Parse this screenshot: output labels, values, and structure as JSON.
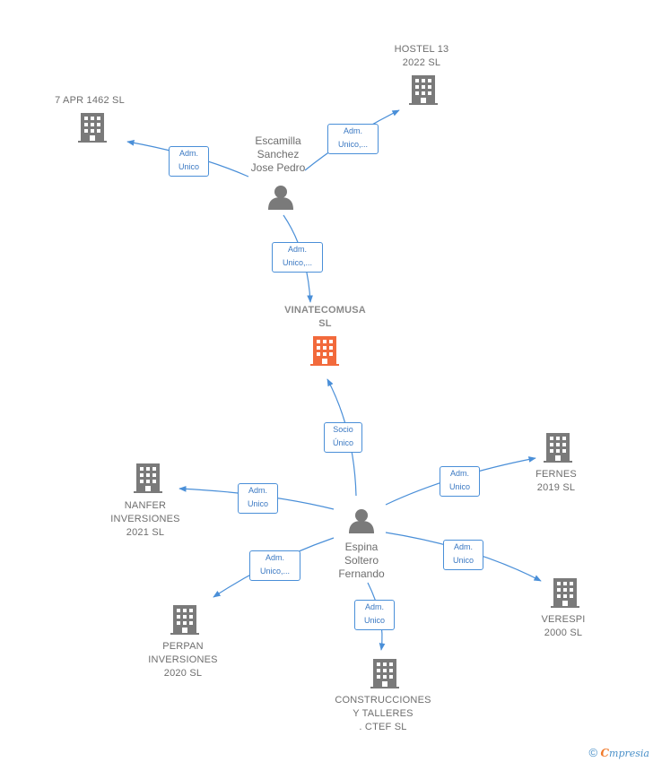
{
  "nodes": {
    "apr1462": {
      "label": "7 APR 1462  SL"
    },
    "hostel13": {
      "label": "HOSTEL 13\n2022  SL"
    },
    "escamilla": {
      "label": "Escamilla\nSanchez\nJose Pedro"
    },
    "vinatecomusa": {
      "label": "VINATECOMUSA\nSL"
    },
    "nanfer": {
      "label": "NANFER\nINVERSIONES\n2021  SL"
    },
    "fernes": {
      "label": "FERNES\n2019  SL"
    },
    "espina": {
      "label": "Espina\nSoltero\nFernando"
    },
    "perpan": {
      "label": "PERPAN\nINVERSIONES\n2020  SL"
    },
    "verespi": {
      "label": "VERESPI\n2000  SL"
    },
    "construcciones": {
      "label": "CONSTRUCCIONES\nY TALLERES\n.  CTEF SL"
    }
  },
  "edges": {
    "esc_apr": {
      "label": "Adm.\nUnico"
    },
    "esc_hostel": {
      "label": "Adm.\nUnico,..."
    },
    "esc_vina": {
      "label": "Adm.\nUnico,..."
    },
    "esp_vina": {
      "label": "Socio\nÚnico"
    },
    "esp_nanfer": {
      "label": "Adm.\nUnico"
    },
    "esp_fernes": {
      "label": "Adm.\nUnico"
    },
    "esp_perpan": {
      "label": "Adm.\nUnico,..."
    },
    "esp_verespi": {
      "label": "Adm.\nUnico"
    },
    "esp_constr": {
      "label": "Adm.\nUnico"
    }
  },
  "footer": {
    "copyright": "©",
    "brand_initial": "C",
    "brand_rest": "mpresia"
  },
  "colors": {
    "building": "#7a7a7a",
    "building_main": "#f26a3c",
    "edge": "#4a8fd8",
    "person": "#7a7a7a"
  }
}
